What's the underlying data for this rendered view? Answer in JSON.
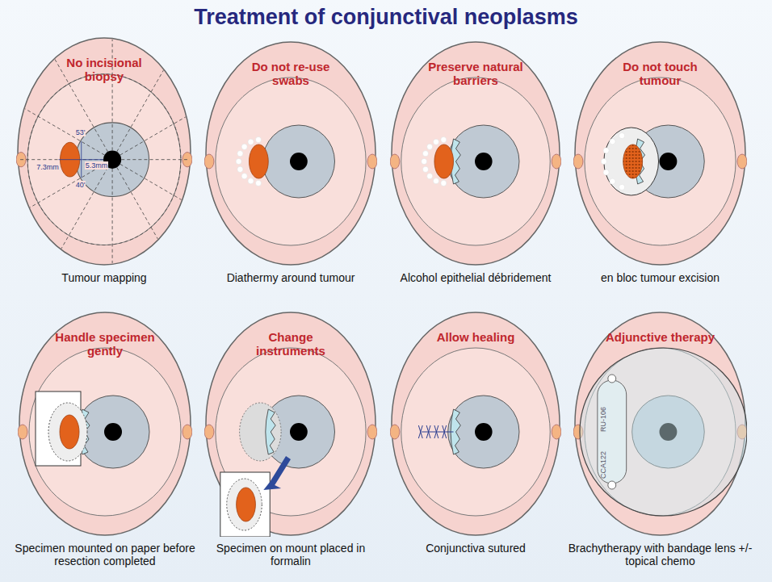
{
  "diagram": {
    "title": "Treatment of conjunctival neoplasms",
    "nodes": [
      {
        "text": [
          "No incisional biopsy",
          "Tumour mapping"
        ]
      },
      {
        "text": [
          "Do not re-use swabs",
          "Diathermy around tumour"
        ]
      },
      {
        "text": [
          "Preserve natural barriers",
          "Alcohol epithelial débridement"
        ]
      },
      {
        "text": [
          "Do not touch tumour",
          "en bloc tumour excision"
        ]
      },
      {
        "text": [
          "Handle specimen gently",
          "Specimen mounted on paper before resection completed"
        ]
      },
      {
        "text": [
          "Change instruments",
          "Specimen on mount placed in formalin"
        ]
      },
      {
        "text": [
          "Allow healing",
          "Conjunctiva sutured"
        ]
      },
      {
        "text": [
          "Adjunctive therapy",
          "Brachytherapy with bandage lens +/- topical chemo"
        ]
      }
    ],
    "labels": [
      "53'",
      "7.3mm",
      "5.3mm",
      "40'",
      "RU-106",
      "CCA122"
    ]
  }
}
